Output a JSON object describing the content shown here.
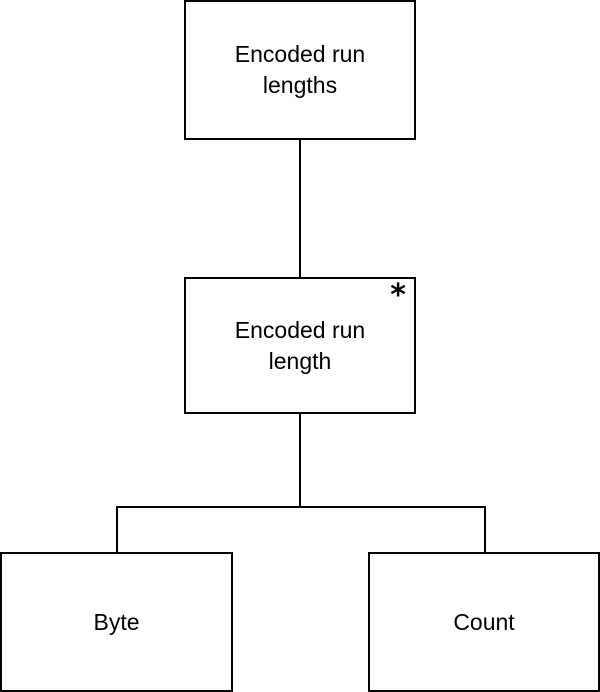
{
  "diagram": {
    "root": {
      "label": "Encoded run\nlengths"
    },
    "middle": {
      "label": "Encoded run\nlength",
      "multiplicity_marker": "*"
    },
    "children": [
      {
        "label": "Byte"
      },
      {
        "label": "Count"
      }
    ],
    "colors": {
      "stroke": "#000000",
      "fill": "#ffffff",
      "text": "#000000"
    }
  }
}
